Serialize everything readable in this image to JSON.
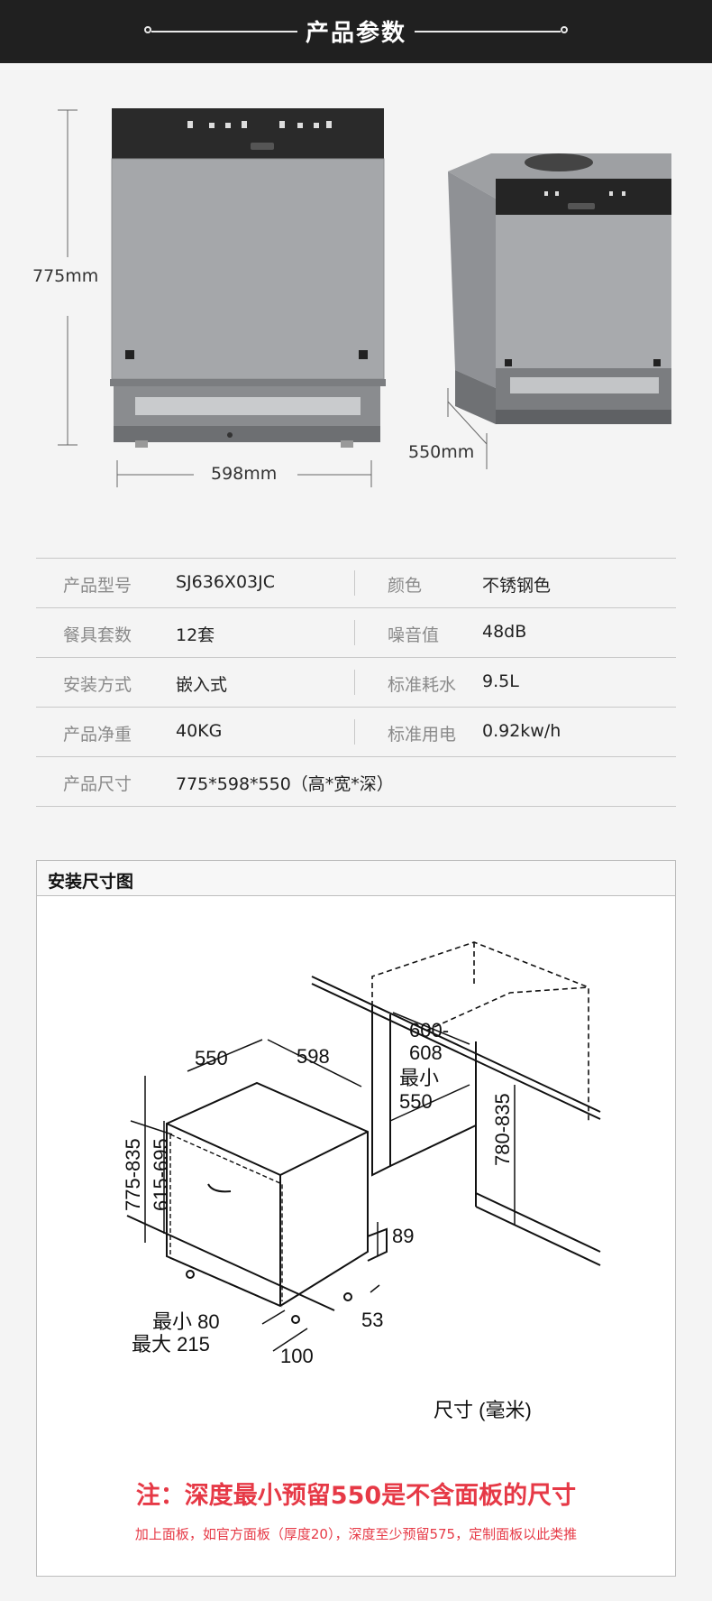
{
  "header": {
    "title": "产品参数"
  },
  "photo_dims": {
    "height": "775mm",
    "width": "598mm",
    "depth": "550mm"
  },
  "specs": [
    [
      {
        "label": "产品型号",
        "value": "SJ636X03JC"
      },
      {
        "label": "颜色",
        "value": "不锈钢色"
      }
    ],
    [
      {
        "label": "餐具套数",
        "value": "12套"
      },
      {
        "label": "噪音值",
        "value": "48dB"
      }
    ],
    [
      {
        "label": "安装方式",
        "value": "嵌入式"
      },
      {
        "label": "标准耗水",
        "value": "9.5L"
      }
    ],
    [
      {
        "label": "产品净重",
        "value": "40KG"
      },
      {
        "label": "标准用电",
        "value": "0.92kw/h"
      }
    ],
    [
      {
        "label": "产品尺寸",
        "value": "775*598*550（高*宽*深）"
      }
    ]
  ],
  "install": {
    "title": "安装尺寸图",
    "diagram": {
      "d550": "550",
      "d598": "598",
      "d600": "600-",
      "d608": "608",
      "min_label": "最小",
      "min550": "550",
      "r780": "780-835",
      "r775": "775-835",
      "r615": "615-695",
      "d89": "89",
      "d53": "53",
      "min80": "最小 80",
      "max215": "最大 215",
      "d100": "100",
      "unit": "尺寸 (毫米)"
    },
    "note_main": "注：深度最小预留550是不含面板的尺寸",
    "note_sub": "加上面板，如官方面板（厚度20），深度至少预留575，定制面板以此类推"
  }
}
